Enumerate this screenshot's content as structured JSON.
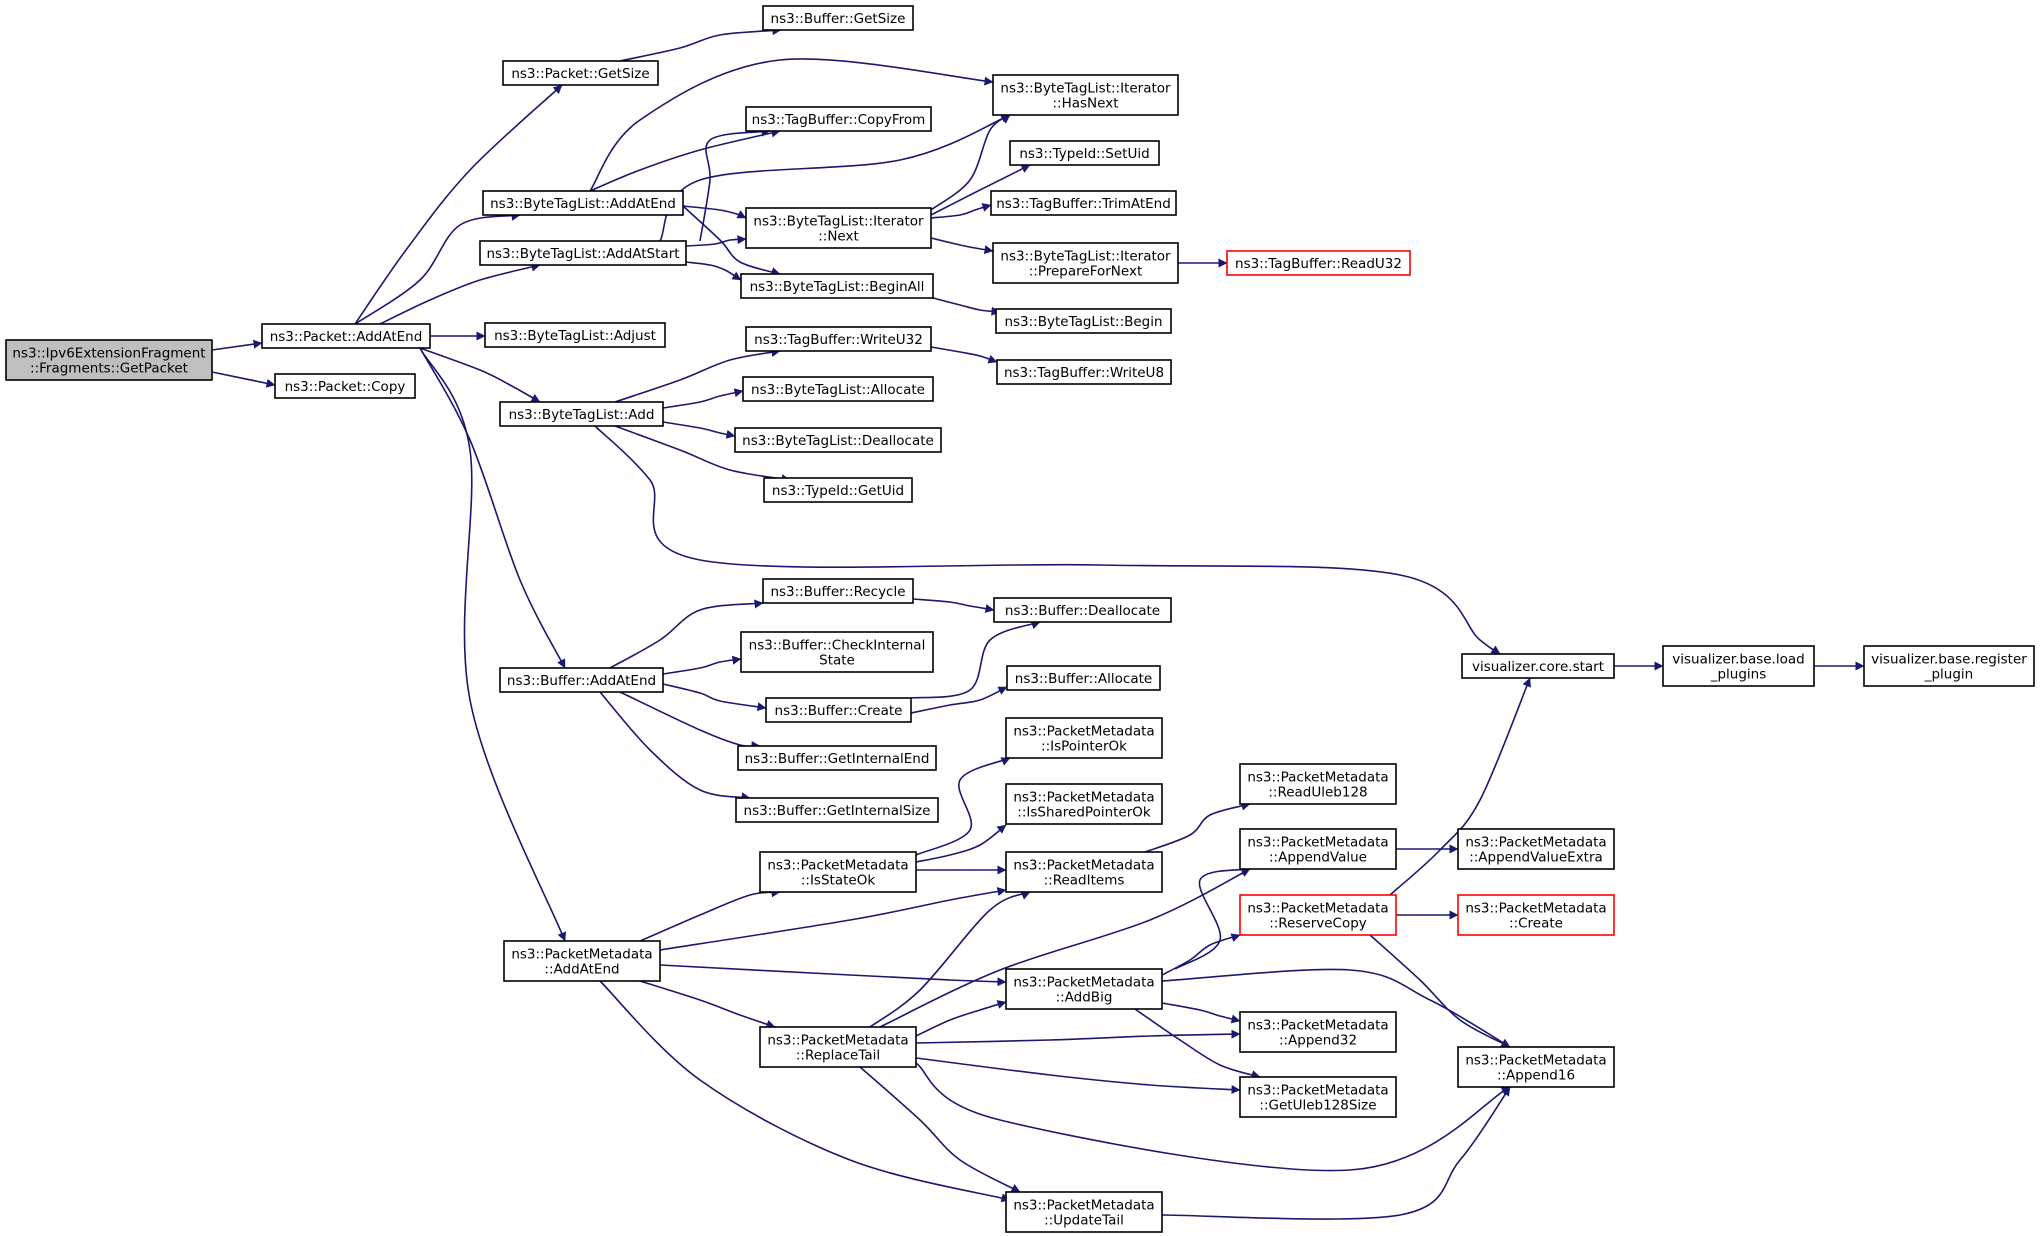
{
  "colors": {
    "edge": "#191970",
    "node_border": "#000000",
    "truncated_border": "#ff0000",
    "root_fill": "#bfbfbf",
    "node_fill": "#ffffff"
  },
  "nodes": [
    {
      "id": "root",
      "lines": [
        "ns3::Ipv6ExtensionFragment",
        "::Fragments::GetPacket"
      ],
      "style": "root"
    },
    {
      "id": "pkt_addatend",
      "lines": [
        "ns3::Packet::AddAtEnd"
      ]
    },
    {
      "id": "pkt_copy",
      "lines": [
        "ns3::Packet::Copy"
      ]
    },
    {
      "id": "pkt_getsize",
      "lines": [
        "ns3::Packet::GetSize"
      ]
    },
    {
      "id": "buf_getsize",
      "lines": [
        "ns3::Buffer::GetSize"
      ]
    },
    {
      "id": "btl_addatend",
      "lines": [
        "ns3::ByteTagList::AddAtEnd"
      ]
    },
    {
      "id": "btl_addatstart",
      "lines": [
        "ns3::ByteTagList::AddAtStart"
      ]
    },
    {
      "id": "btl_adjust",
      "lines": [
        "ns3::ByteTagList::Adjust"
      ]
    },
    {
      "id": "btl_add",
      "lines": [
        "ns3::ByteTagList::Add"
      ]
    },
    {
      "id": "buf_addatend",
      "lines": [
        "ns3::Buffer::AddAtEnd"
      ]
    },
    {
      "id": "pm_addatend",
      "lines": [
        "ns3::PacketMetadata",
        "::AddAtEnd"
      ]
    },
    {
      "id": "btli_hasnext",
      "lines": [
        "ns3::ByteTagList::Iterator",
        "::HasNext"
      ]
    },
    {
      "id": "tb_copyfrom",
      "lines": [
        "ns3::TagBuffer::CopyFrom"
      ]
    },
    {
      "id": "btli_next",
      "lines": [
        "ns3::ByteTagList::Iterator",
        "::Next"
      ]
    },
    {
      "id": "btl_beginall",
      "lines": [
        "ns3::ByteTagList::BeginAll"
      ]
    },
    {
      "id": "typeid_setuid",
      "lines": [
        "ns3::TypeId::SetUid"
      ]
    },
    {
      "id": "tb_trimatend",
      "lines": [
        "ns3::TagBuffer::TrimAtEnd"
      ]
    },
    {
      "id": "btli_preparefornext",
      "lines": [
        "ns3::ByteTagList::Iterator",
        "::PrepareForNext"
      ]
    },
    {
      "id": "tb_readu32",
      "lines": [
        "ns3::TagBuffer::ReadU32"
      ],
      "style": "truncated"
    },
    {
      "id": "btl_begin",
      "lines": [
        "ns3::ByteTagList::Begin"
      ]
    },
    {
      "id": "tb_writeu32",
      "lines": [
        "ns3::TagBuffer::WriteU32"
      ]
    },
    {
      "id": "tb_writeu8",
      "lines": [
        "ns3::TagBuffer::WriteU8"
      ]
    },
    {
      "id": "btl_allocate",
      "lines": [
        "ns3::ByteTagList::Allocate"
      ]
    },
    {
      "id": "btl_deallocate",
      "lines": [
        "ns3::ByteTagList::Deallocate"
      ]
    },
    {
      "id": "typeid_getuid",
      "lines": [
        "ns3::TypeId::GetUid"
      ]
    },
    {
      "id": "viz_start",
      "lines": [
        "visualizer.core.start"
      ]
    },
    {
      "id": "viz_load",
      "lines": [
        "visualizer.base.load",
        "_plugins"
      ]
    },
    {
      "id": "viz_register",
      "lines": [
        "visualizer.base.register",
        "_plugin"
      ]
    },
    {
      "id": "buf_recycle",
      "lines": [
        "ns3::Buffer::Recycle"
      ]
    },
    {
      "id": "buf_dealloc",
      "lines": [
        "ns3::Buffer::Deallocate"
      ]
    },
    {
      "id": "buf_checkinternal",
      "lines": [
        "ns3::Buffer::CheckInternal",
        "State"
      ]
    },
    {
      "id": "buf_create",
      "lines": [
        "ns3::Buffer::Create"
      ]
    },
    {
      "id": "buf_allocate",
      "lines": [
        "ns3::Buffer::Allocate"
      ]
    },
    {
      "id": "buf_getinternalend",
      "lines": [
        "ns3::Buffer::GetInternalEnd"
      ]
    },
    {
      "id": "buf_getinternalsize",
      "lines": [
        "ns3::Buffer::GetInternalSize"
      ]
    },
    {
      "id": "pm_ispointerok",
      "lines": [
        "ns3::PacketMetadata",
        "::IsPointerOk"
      ]
    },
    {
      "id": "pm_issharedpointerok",
      "lines": [
        "ns3::PacketMetadata",
        "::IsSharedPointerOk"
      ]
    },
    {
      "id": "pm_isstateok",
      "lines": [
        "ns3::PacketMetadata",
        "::IsStateOk"
      ]
    },
    {
      "id": "pm_readitems",
      "lines": [
        "ns3::PacketMetadata",
        "::ReadItems"
      ]
    },
    {
      "id": "pm_readuleb128",
      "lines": [
        "ns3::PacketMetadata",
        "::ReadUleb128"
      ]
    },
    {
      "id": "pm_appendvalue",
      "lines": [
        "ns3::PacketMetadata",
        "::AppendValue"
      ]
    },
    {
      "id": "pm_appendvalueextra",
      "lines": [
        "ns3::PacketMetadata",
        "::AppendValueExtra"
      ]
    },
    {
      "id": "pm_reservecopy",
      "lines": [
        "ns3::PacketMetadata",
        "::ReserveCopy"
      ],
      "style": "truncated"
    },
    {
      "id": "pm_create",
      "lines": [
        "ns3::PacketMetadata",
        "::Create"
      ],
      "style": "truncated"
    },
    {
      "id": "pm_addbig",
      "lines": [
        "ns3::PacketMetadata",
        "::AddBig"
      ]
    },
    {
      "id": "pm_append32",
      "lines": [
        "ns3::PacketMetadata",
        "::Append32"
      ]
    },
    {
      "id": "pm_append16",
      "lines": [
        "ns3::PacketMetadata",
        "::Append16"
      ]
    },
    {
      "id": "pm_replacetail",
      "lines": [
        "ns3::PacketMetadata",
        "::ReplaceTail"
      ]
    },
    {
      "id": "pm_getuleb128size",
      "lines": [
        "ns3::PacketMetadata",
        "::GetUleb128Size"
      ]
    },
    {
      "id": "pm_updatetail",
      "lines": [
        "ns3::PacketMetadata",
        "::UpdateTail"
      ]
    }
  ],
  "edges": [
    {
      "from": "root",
      "to": "pkt_addatend"
    },
    {
      "from": "root",
      "to": "pkt_copy"
    },
    {
      "from": "pkt_addatend",
      "to": "pkt_getsize"
    },
    {
      "from": "pkt_addatend",
      "to": "btl_addatend"
    },
    {
      "from": "pkt_addatend",
      "to": "btl_addatstart"
    },
    {
      "from": "pkt_addatend",
      "to": "btl_adjust"
    },
    {
      "from": "pkt_addatend",
      "to": "btl_add"
    },
    {
      "from": "pkt_addatend",
      "to": "buf_addatend"
    },
    {
      "from": "pkt_addatend",
      "to": "pm_addatend"
    },
    {
      "from": "pkt_getsize",
      "to": "buf_getsize"
    },
    {
      "from": "btl_addatend",
      "to": "btli_hasnext"
    },
    {
      "from": "btl_addatend",
      "to": "tb_copyfrom"
    },
    {
      "from": "btl_addatend",
      "to": "btli_next"
    },
    {
      "from": "btl_addatend",
      "to": "btl_beginall"
    },
    {
      "from": "btl_addatstart",
      "to": "btli_hasnext"
    },
    {
      "from": "btl_addatstart",
      "to": "tb_copyfrom"
    },
    {
      "from": "btl_addatstart",
      "to": "btli_next"
    },
    {
      "from": "btl_addatstart",
      "to": "btl_beginall"
    },
    {
      "from": "btli_next",
      "to": "btli_hasnext"
    },
    {
      "from": "btli_next",
      "to": "typeid_setuid"
    },
    {
      "from": "btli_next",
      "to": "tb_trimatend"
    },
    {
      "from": "btli_next",
      "to": "btli_preparefornext"
    },
    {
      "from": "btli_preparefornext",
      "to": "tb_readu32"
    },
    {
      "from": "btl_beginall",
      "to": "btl_begin"
    },
    {
      "from": "btl_add",
      "to": "tb_writeu32"
    },
    {
      "from": "btl_add",
      "to": "btl_allocate"
    },
    {
      "from": "btl_add",
      "to": "btl_deallocate"
    },
    {
      "from": "btl_add",
      "to": "typeid_getuid"
    },
    {
      "from": "btl_add",
      "to": "viz_start"
    },
    {
      "from": "tb_writeu32",
      "to": "tb_writeu8"
    },
    {
      "from": "viz_start",
      "to": "viz_load"
    },
    {
      "from": "viz_load",
      "to": "viz_register"
    },
    {
      "from": "buf_addatend",
      "to": "buf_recycle"
    },
    {
      "from": "buf_addatend",
      "to": "buf_checkinternal"
    },
    {
      "from": "buf_addatend",
      "to": "buf_create"
    },
    {
      "from": "buf_addatend",
      "to": "buf_getinternalend"
    },
    {
      "from": "buf_addatend",
      "to": "buf_getinternalsize"
    },
    {
      "from": "buf_recycle",
      "to": "buf_dealloc"
    },
    {
      "from": "buf_create",
      "to": "buf_dealloc"
    },
    {
      "from": "buf_create",
      "to": "buf_allocate"
    },
    {
      "from": "pm_addatend",
      "to": "pm_isstateok"
    },
    {
      "from": "pm_addatend",
      "to": "pm_readitems"
    },
    {
      "from": "pm_addatend",
      "to": "pm_addbig"
    },
    {
      "from": "pm_addatend",
      "to": "pm_replacetail"
    },
    {
      "from": "pm_addatend",
      "to": "pm_updatetail"
    },
    {
      "from": "pm_isstateok",
      "to": "pm_ispointerok"
    },
    {
      "from": "pm_isstateok",
      "to": "pm_issharedpointerok"
    },
    {
      "from": "pm_isstateok",
      "to": "pm_readitems"
    },
    {
      "from": "pm_readitems",
      "to": "pm_readuleb128"
    },
    {
      "from": "pm_appendvalue",
      "to": "pm_appendvalueextra"
    },
    {
      "from": "pm_reservecopy",
      "to": "viz_start"
    },
    {
      "from": "pm_reservecopy",
      "to": "pm_create"
    },
    {
      "from": "pm_reservecopy",
      "to": "pm_append16"
    },
    {
      "from": "pm_addbig",
      "to": "pm_appendvalue"
    },
    {
      "from": "pm_addbig",
      "to": "pm_reservecopy"
    },
    {
      "from": "pm_addbig",
      "to": "pm_append32"
    },
    {
      "from": "pm_addbig",
      "to": "pm_getuleb128size"
    },
    {
      "from": "pm_addbig",
      "to": "pm_append16"
    },
    {
      "from": "pm_replacetail",
      "to": "pm_readitems"
    },
    {
      "from": "pm_replacetail",
      "to": "pm_appendvalue"
    },
    {
      "from": "pm_replacetail",
      "to": "pm_addbig"
    },
    {
      "from": "pm_replacetail",
      "to": "pm_append32"
    },
    {
      "from": "pm_replacetail",
      "to": "pm_getuleb128size"
    },
    {
      "from": "pm_replacetail",
      "to": "pm_append16"
    },
    {
      "from": "pm_replacetail",
      "to": "pm_updatetail"
    },
    {
      "from": "pm_updatetail",
      "to": "pm_append16"
    }
  ]
}
